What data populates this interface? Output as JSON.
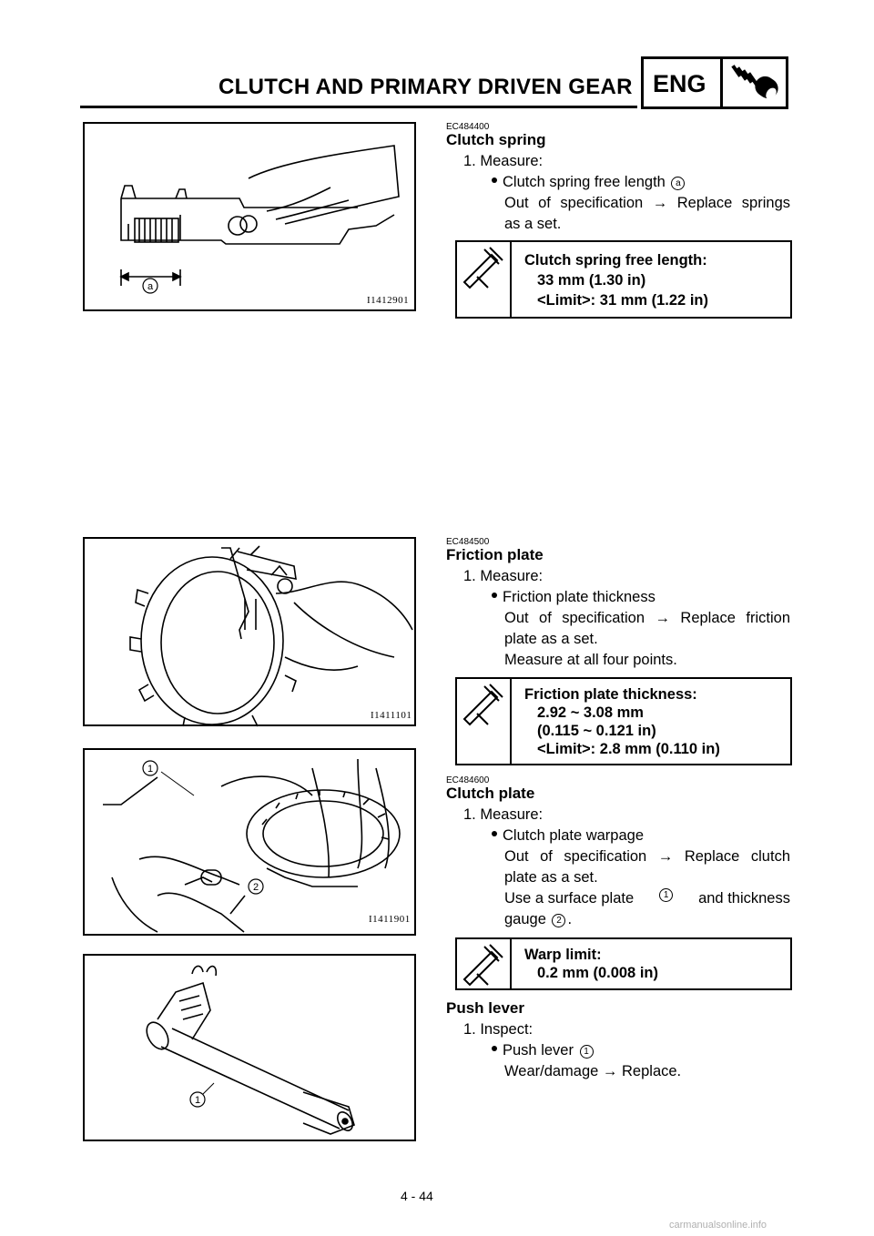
{
  "header": {
    "title": "CLUTCH AND PRIMARY DRIVEN GEAR",
    "section_tag": "ENG"
  },
  "figures": [
    {
      "id": "I1412901",
      "callout": "a"
    },
    {
      "id": "I1411101"
    },
    {
      "id": "I1411901",
      "callouts": [
        "1",
        "2"
      ]
    },
    {
      "callouts": [
        "1"
      ]
    }
  ],
  "sections": [
    {
      "code": "EC484400",
      "title": "Clutch spring",
      "step": "1. Measure:",
      "bullet": "Clutch spring free length",
      "bullet_ref": "a",
      "lines": [
        "Out of specification → Replace springs",
        "as a set."
      ],
      "spec": [
        "Clutch spring free length:",
        "33 mm (1.30 in)",
        "<Limit>: 31 mm (1.22 in)"
      ]
    },
    {
      "code": "EC484500",
      "title": "Friction plate",
      "step": "1. Measure:",
      "bullet": "Friction plate thickness",
      "lines": [
        "Out of specification → Replace friction",
        "plate as a set.",
        "Measure at all four points."
      ],
      "spec": [
        "Friction plate thickness:",
        "2.92 ~ 3.08 mm",
        "(0.115 ~ 0.121 in)",
        "<Limit>: 2.8 mm (0.110 in)"
      ]
    },
    {
      "code": "EC484600",
      "title": "Clutch plate",
      "step": "1. Measure:",
      "bullet": "Clutch plate warpage",
      "lines": [
        "Out of specification → Replace clutch",
        "plate as a set."
      ],
      "use_line": {
        "a": "Use a surface plate",
        "ref1": "1",
        "b": "and thickness",
        "c": "gauge",
        "ref2": "2",
        "d": "."
      },
      "spec": [
        "Warp limit:",
        "0.2 mm (0.008 in)"
      ]
    },
    {
      "title": "Push lever",
      "step": "1. Inspect:",
      "bullet": "Push lever",
      "bullet_ref": "1",
      "lines": [
        "Wear/damage → Replace."
      ]
    }
  ],
  "footer": {
    "page": "4 - 44",
    "watermark": "carmanualsonline.info"
  }
}
